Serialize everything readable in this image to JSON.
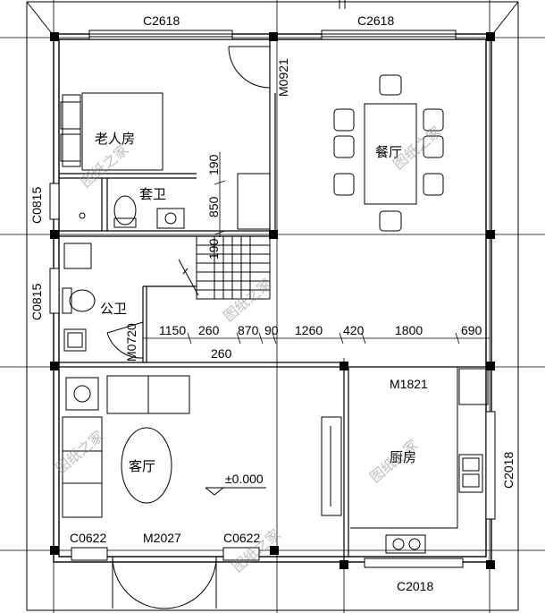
{
  "labels": {
    "window_top_left": "C2618",
    "window_top_right": "C2618",
    "door_m0921": "M0921",
    "room_elder": "老人房",
    "room_dining": "餐厅",
    "room_ensuite": "套卫",
    "dim_190a": "190",
    "dim_850": "850",
    "dim_190b": "190",
    "window_left_c0815a": "C0815",
    "window_left_c0815b": "C0815",
    "room_public_wc": "公卫",
    "door_m0720": "M0720",
    "dim_1150": "1150",
    "dim_260a": "260",
    "dim_870": "870",
    "dim_90": "90",
    "dim_1260": "1260",
    "dim_420": "420",
    "dim_1800": "1800",
    "dim_690": "690",
    "dim_260b": "260",
    "door_m1821": "M1821",
    "room_living": "客厅",
    "room_kitchen": "厨房",
    "level": "±0.000",
    "window_right_c2018": "C2018",
    "window_bottom_c0622a": "C0622",
    "door_m2027": "M2027",
    "window_bottom_c0622b": "C0622",
    "window_bottom_c2018": "C2018"
  },
  "watermark": "图纸之家"
}
